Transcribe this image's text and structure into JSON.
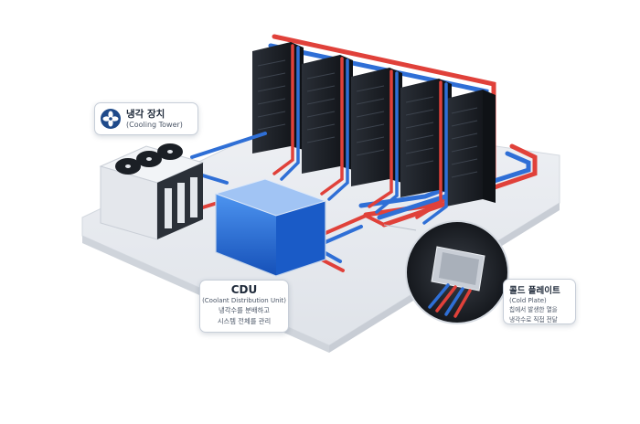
{
  "cooling_tower": {
    "title": "냉각 장치",
    "subtitle": "(Cooling Tower)",
    "icon": "fan-icon"
  },
  "cdu": {
    "title": "CDU",
    "subtitle": "(Coolant Distribution Unit)",
    "desc_line1": "냉각수를 분배하고",
    "desc_line2": "시스템 전체를 관리"
  },
  "cold_plate": {
    "title": "콜드 플레이트",
    "subtitle": "(Cold Plate)",
    "desc_line1": "칩에서 발생한 열을",
    "desc_line2": "냉각수로 직접 전달"
  },
  "colors": {
    "hot_pipe": "#e0413a",
    "cold_pipe": "#2f6fd6",
    "platform": "#e9ecf1",
    "rack": "#1e2228",
    "coolant": "#1f66d8",
    "label_icon": "#1f4a8a"
  },
  "server_rack_count": 5,
  "cooling_tower_fan_count": 3
}
